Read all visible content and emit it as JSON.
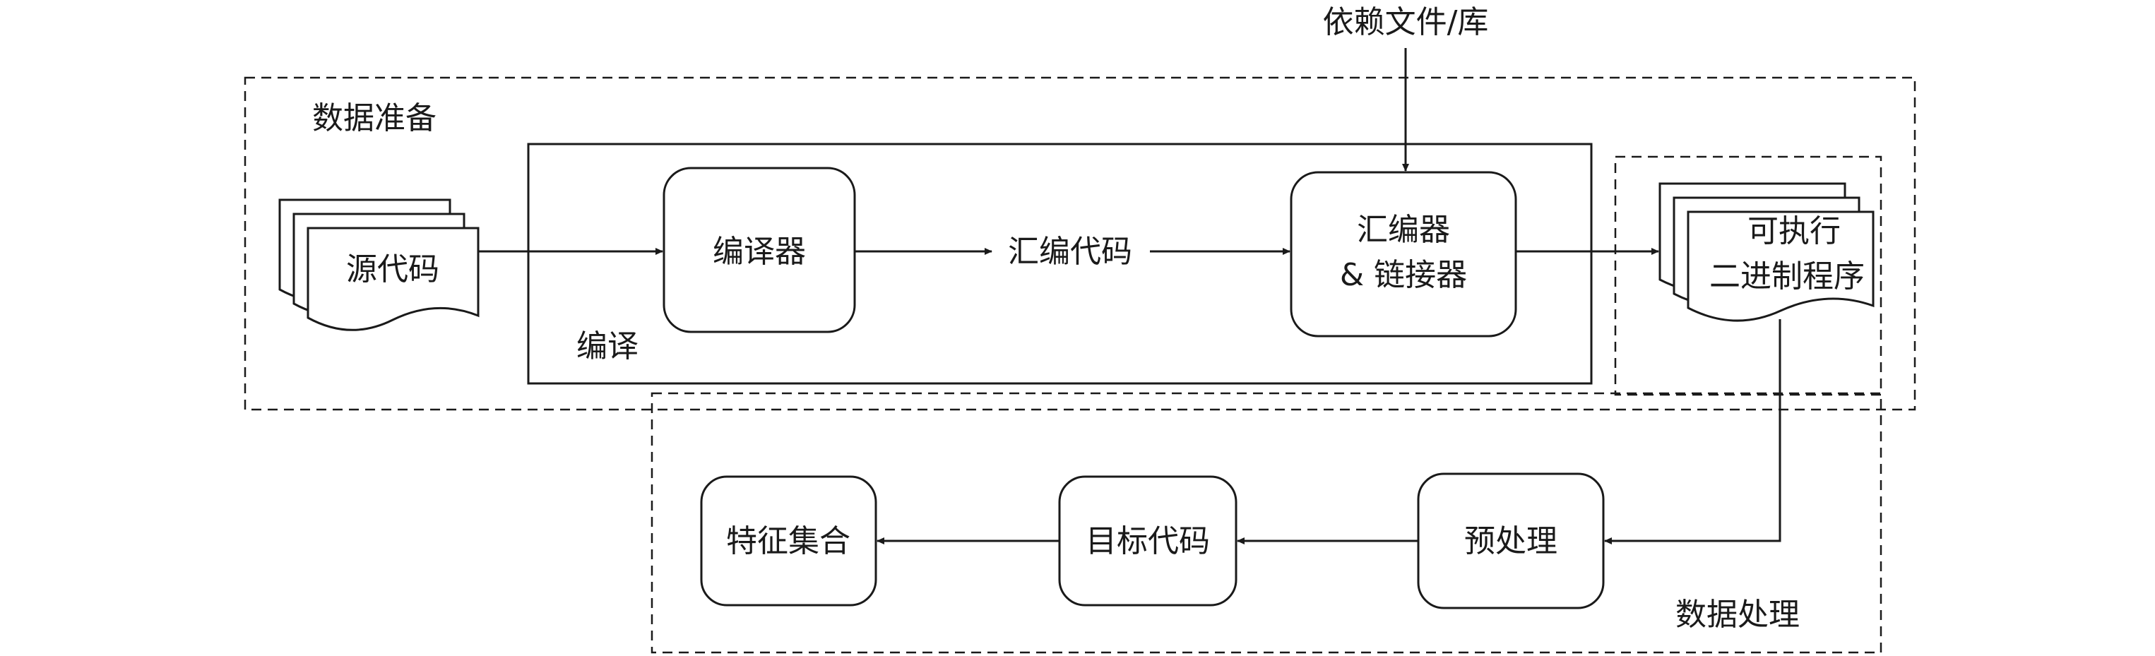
{
  "dependency_label": "依赖文件/库",
  "groups": {
    "data_prep": "数据准备",
    "compile": "编译",
    "data_processing": "数据处理"
  },
  "nodes": {
    "source_code": "源代码",
    "compiler": "编译器",
    "assembly_code": "汇编代码",
    "assembler_line1": "汇编器",
    "assembler_line2": "& 链接器",
    "executable_line1": "可执行",
    "executable_line2": "二进制程序",
    "preprocess": "预处理",
    "target_code": "目标代码",
    "feature_set": "特征集合"
  }
}
